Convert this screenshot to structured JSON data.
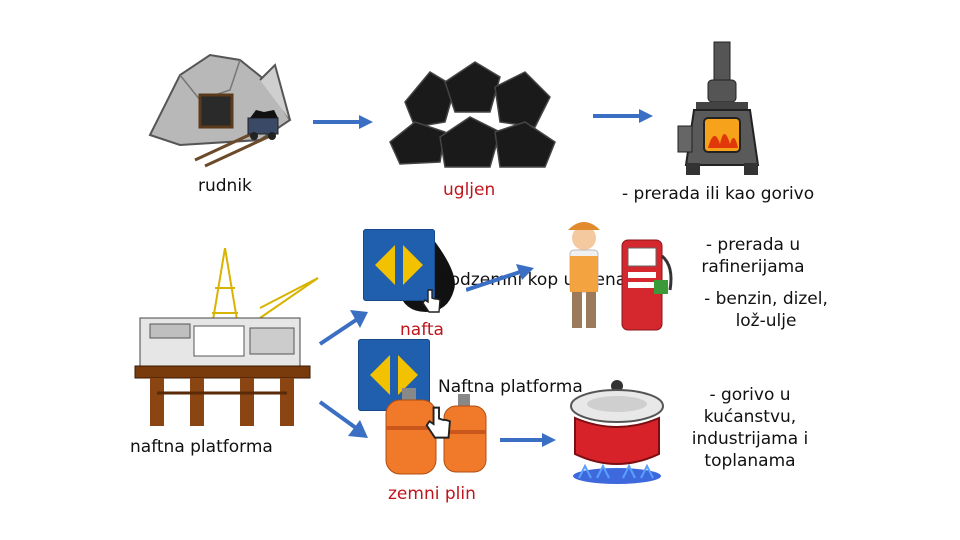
{
  "labels": {
    "rudnik": "rudnik",
    "ugljen": "ugljen",
    "prerada_gorivo": "- prerada ili kao gorivo",
    "podzemni_kop": "Podzemni kop ugljena",
    "nafta": "nafta",
    "prerada_rafinerija": "- prerada u rafinerijama",
    "benzin": "- benzin, dizel, lož-ulje",
    "naftna_platforma_hint": "Naftna platforma",
    "naftna_platforma": "naftna platforma",
    "zemni_plin": "zemni plin",
    "gorivo_kucanstvo": "- gorivo u kućanstvu, industrijama i toplanama"
  },
  "colors": {
    "arrow": "#3b6fc4",
    "nav_button": "#1f5fae",
    "nav_icon": "#f2c200",
    "red_label": "#c0141c"
  }
}
